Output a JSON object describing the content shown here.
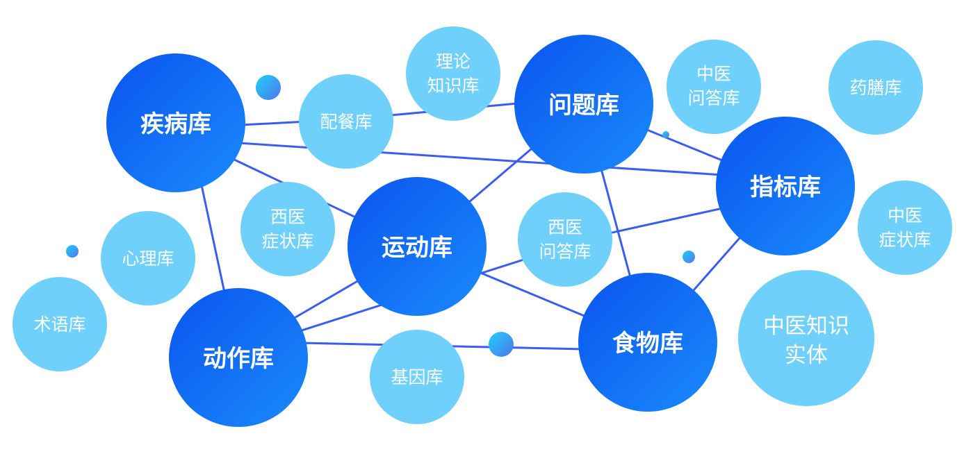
{
  "diagram": {
    "major_nodes": {
      "disease": "疾病库",
      "question": "问题库",
      "indicator": "指标库",
      "exercise": "运动库",
      "action": "动作库",
      "food": "食物库"
    },
    "minor_nodes": {
      "meal": [
        "配餐库"
      ],
      "theory": [
        "理论",
        "知识库"
      ],
      "tcm_qa": [
        "中医",
        "问答库"
      ],
      "medicated_diet": [
        "药膳库"
      ],
      "tcm_symptom": [
        "中医",
        "症状库"
      ],
      "wm_symptom": [
        "西医",
        "症状库"
      ],
      "wm_qa": [
        "西医",
        "问答库"
      ],
      "psychology": [
        "心理库"
      ],
      "terminology": [
        "术语库"
      ],
      "gene": [
        "基因库"
      ],
      "tcm_entity": [
        "中医知识",
        "实体"
      ]
    },
    "colors": {
      "major_start": "#0a5cf0",
      "major_end": "#1a86fb",
      "minor": "#6ed0fb",
      "edge": "#3b5cf0",
      "dot_start": "#22c8f6",
      "dot_end": "#4a7df0"
    }
  }
}
